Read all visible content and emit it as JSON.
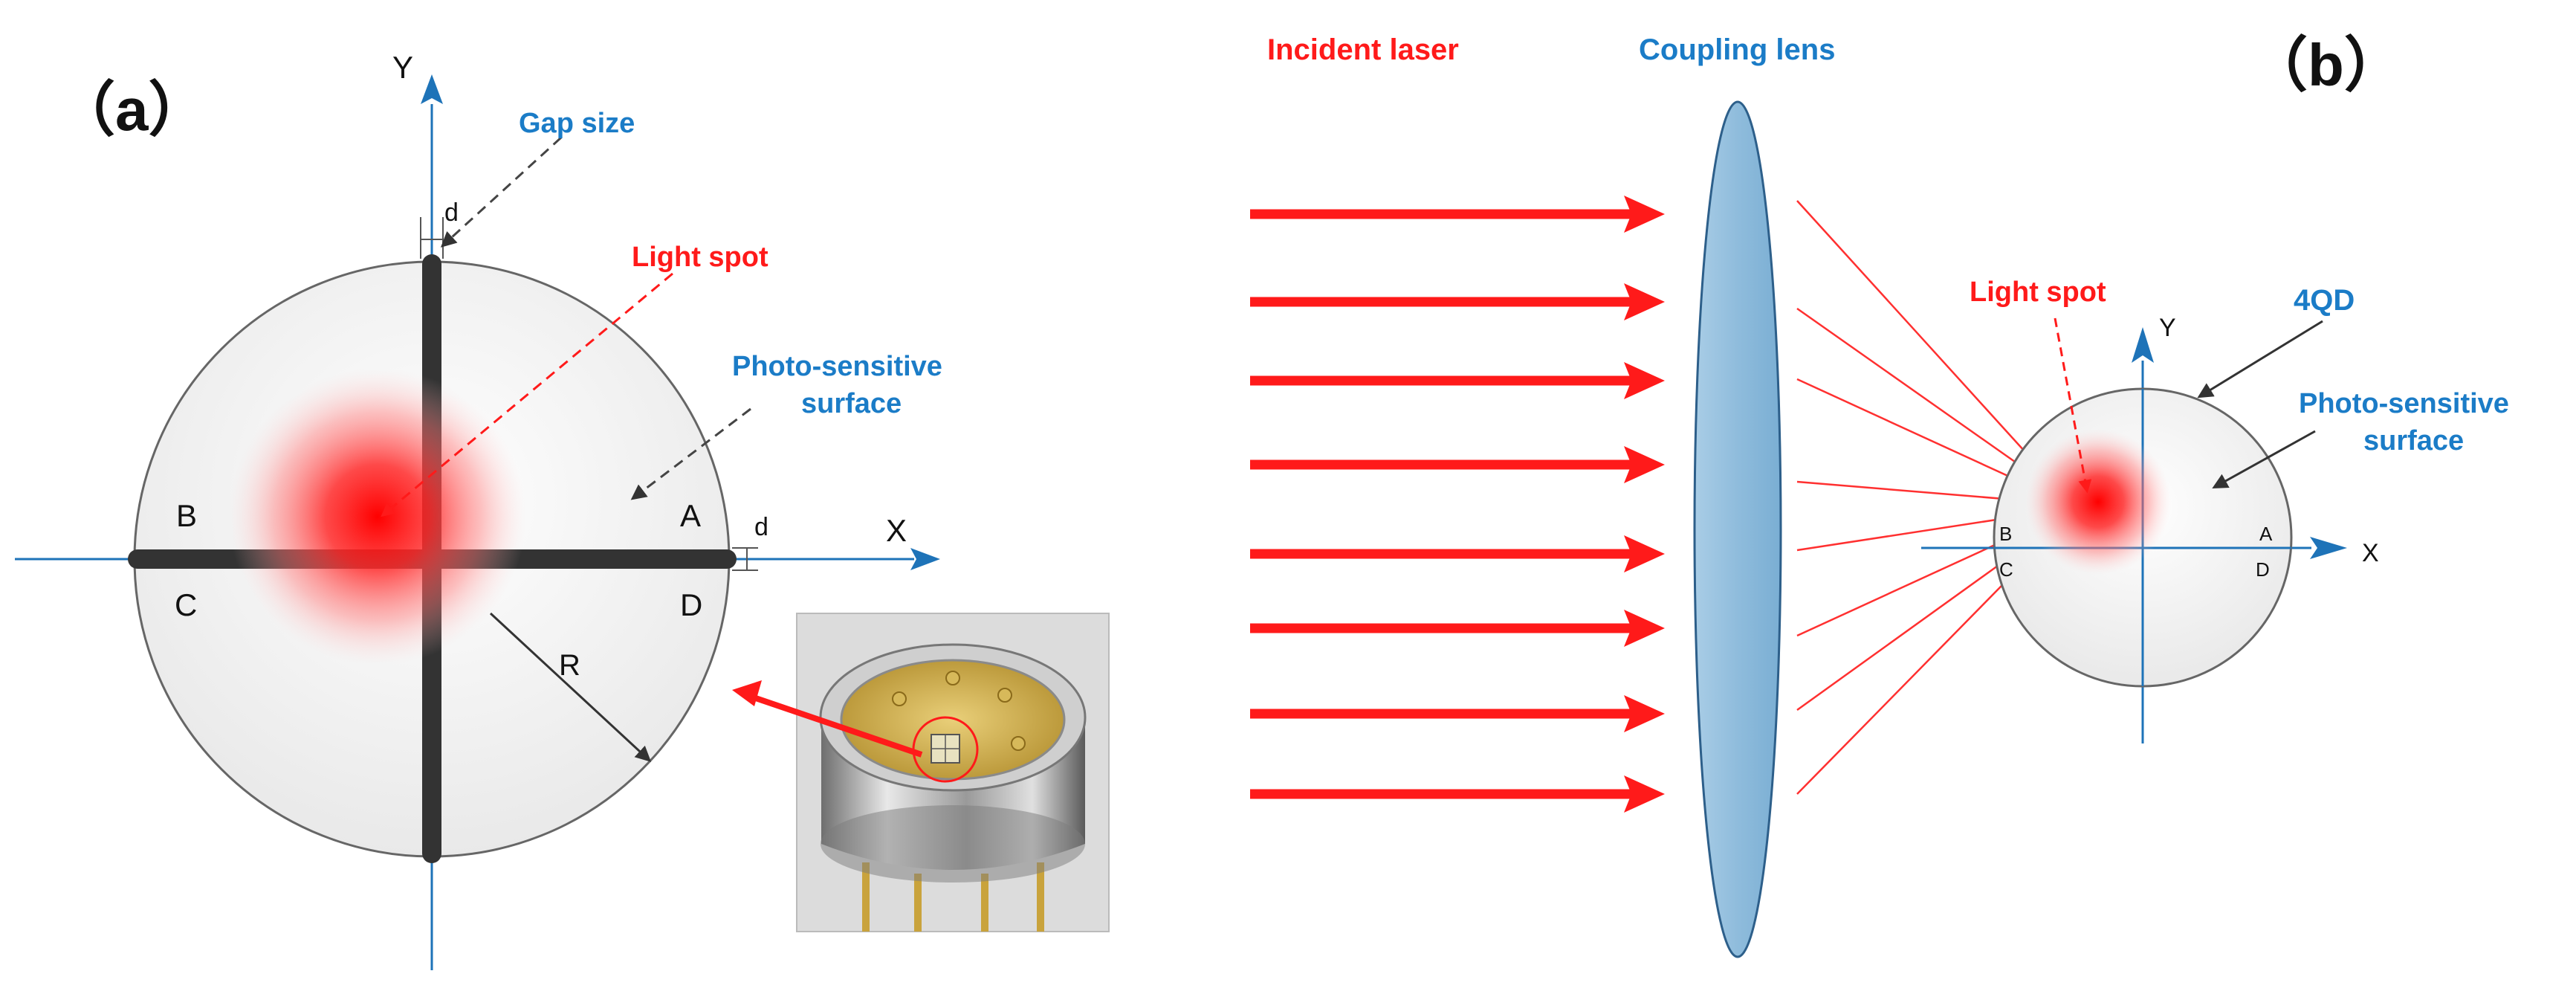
{
  "colors": {
    "red": "#ff1a1a",
    "blue": "#1b7cc7",
    "axis": "#1e73b8",
    "gap": "#333333",
    "lens_fill": "#8fbcdc",
    "lens_stroke": "#2d5f8a"
  },
  "panel_a": {
    "label": "（a）",
    "axis_y": "Y",
    "axis_x": "X",
    "gap_size": "Gap size",
    "d_top": "d",
    "d_right": "d",
    "light_spot": "Light spot",
    "photo_line1": "Photo-sensitive",
    "photo_line2": "surface",
    "quad_a": "A",
    "quad_b": "B",
    "quad_c": "C",
    "quad_d": "D",
    "radius": "R",
    "inset_photo": "4QD detector photo"
  },
  "panel_b": {
    "label": "（b）",
    "incident_laser": "Incident laser",
    "coupling_lens": "Coupling lens",
    "light_spot": "Light spot",
    "detector": "4QD",
    "photo_line1": "Photo-sensitive",
    "photo_line2": "surface",
    "axis_y": "Y",
    "axis_x": "X",
    "quad_a": "A",
    "quad_b": "B",
    "quad_c": "C",
    "quad_d": "D"
  }
}
